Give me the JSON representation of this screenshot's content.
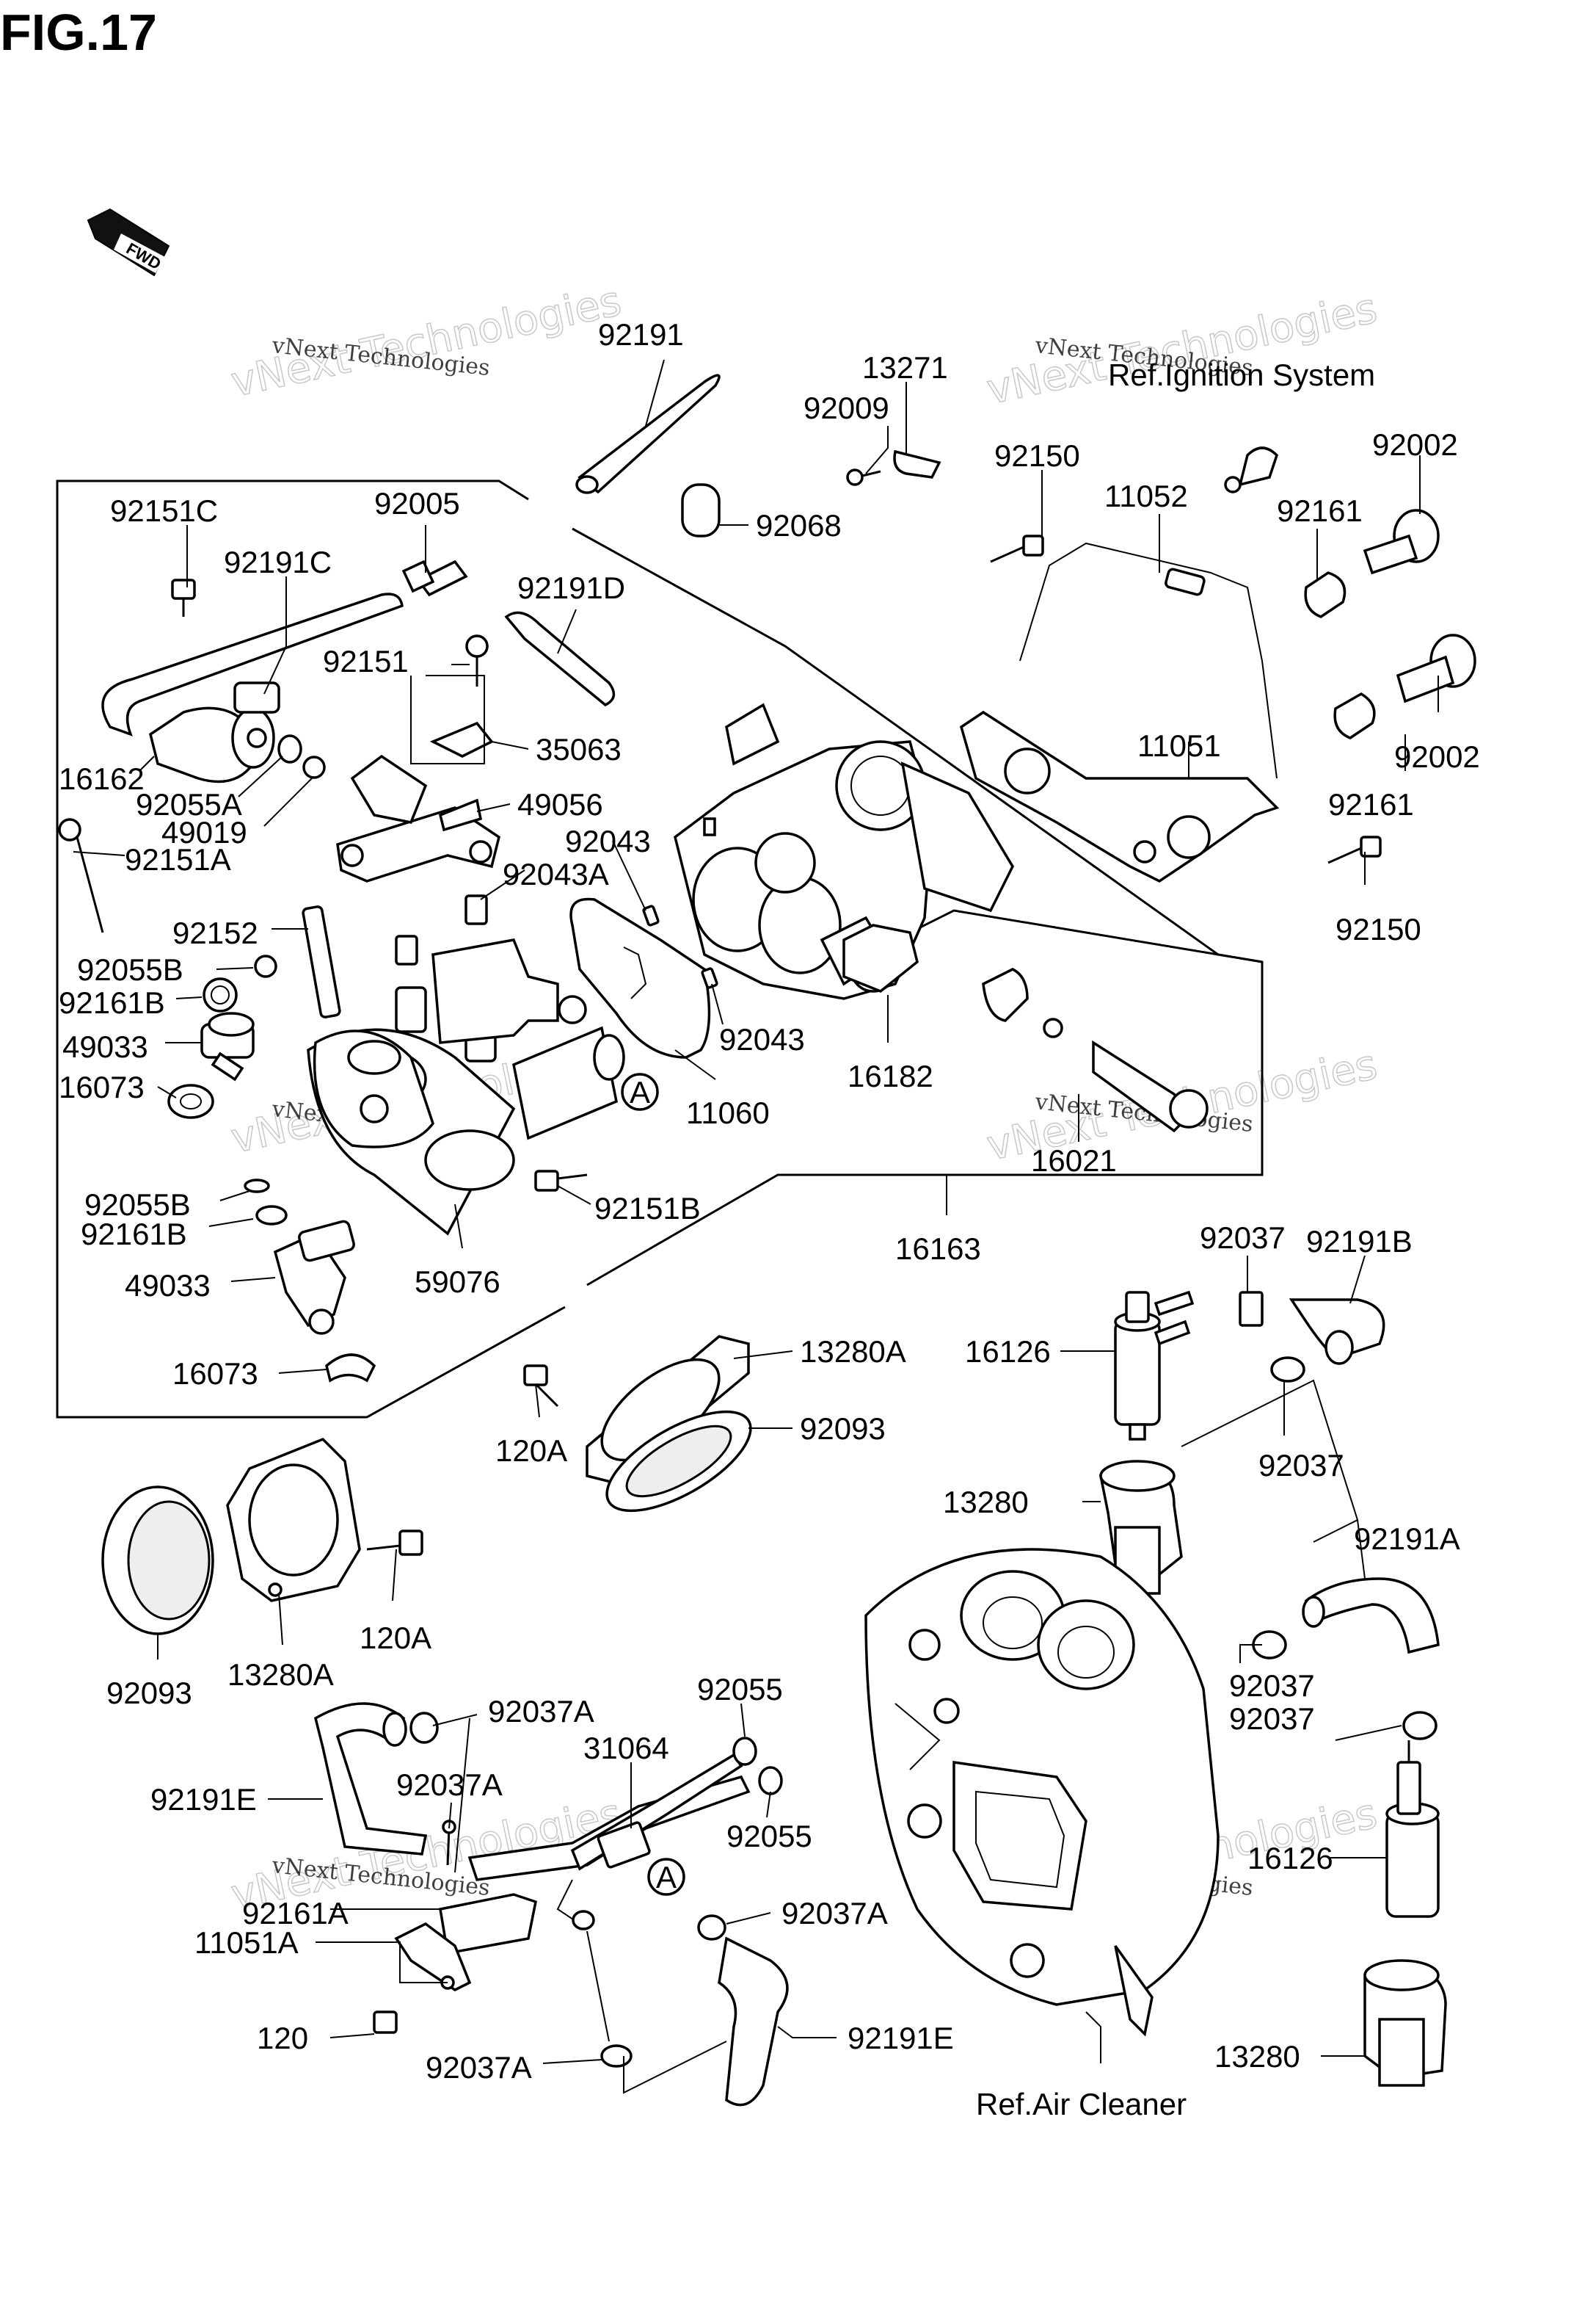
{
  "figure_title": "FIG.17",
  "fwd_arrow": "FWD",
  "watermark": "vNext Technologies",
  "watermark_big": "vNext Technologies",
  "labels": {
    "p92191": "92191",
    "p13271": "13271",
    "p92009": "92009",
    "ref_ignition": "Ref.Ignition System",
    "p92002_top": "92002",
    "p92151C": "92151C",
    "p92005": "92005",
    "p92068": "92068",
    "p92150_top": "92150",
    "p11052": "11052",
    "p92161_top": "92161",
    "p92191C": "92191C",
    "p92191D": "92191D",
    "p92151": "92151",
    "p35063": "35063",
    "p16162": "16162",
    "p92055A": "92055A",
    "p49019": "49019",
    "p49056": "49056",
    "p11051": "11051",
    "p92002_mid": "92002",
    "p92161_mid": "92161",
    "p92151A": "92151A",
    "p92043_a": "92043",
    "p92043A": "92043A",
    "p92152": "92152",
    "p92150_mid": "92150",
    "p92055B_a": "92055B",
    "p92161B_a": "92161B",
    "p49033_a": "49033",
    "p16073_a": "16073",
    "p92043_b": "92043",
    "p16182": "16182",
    "p11060": "11060",
    "p16021": "16021",
    "p92055B_b": "92055B",
    "p92161B_b": "92161B",
    "p92151B": "92151B",
    "p16163": "16163",
    "p49033_b": "49033",
    "p59076": "59076",
    "p92037_top": "92037",
    "p92191B": "92191B",
    "p16126_top": "16126",
    "p16073_b": "16073",
    "p13280A_top": "13280A",
    "p120A_top": "120A",
    "p92093_top": "92093",
    "p92037_mid": "92037",
    "p13280_top": "13280",
    "p92191A": "92191A",
    "p120A_bot": "120A",
    "p92093_bot": "92093",
    "p13280A_bot": "13280A",
    "p92055_a": "92055",
    "p92037A_a": "92037A",
    "p31064": "31064",
    "p92037_b1": "92037",
    "p92037_b2": "92037",
    "p92191E_a": "92191E",
    "p92037A_b": "92037A",
    "p92055_b": "92055",
    "p16126_bot": "16126",
    "p92161A": "92161A",
    "p92037A_c": "92037A",
    "p11051A": "11051A",
    "p92191E_b": "92191E",
    "p120": "120",
    "p92037A_d": "92037A",
    "p13280_bot": "13280",
    "ref_air": "Ref.Air Cleaner",
    "callout_A1": "A",
    "callout_A2": "A"
  }
}
